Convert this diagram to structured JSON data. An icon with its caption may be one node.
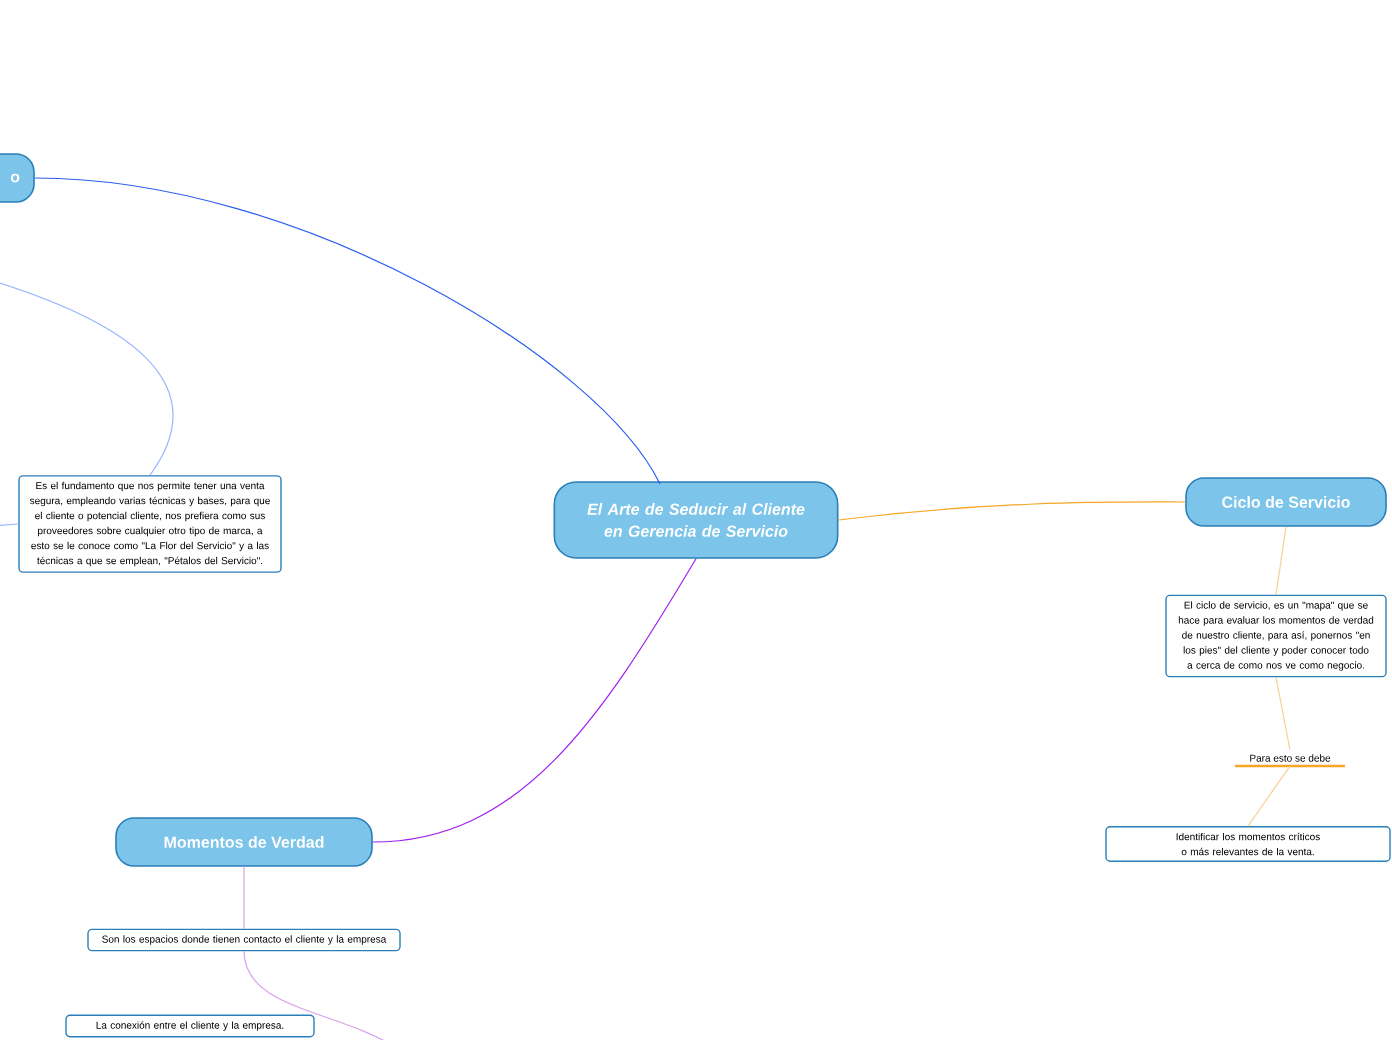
{
  "diagram": {
    "nodes": [
      {
        "text": [
          "El Arte de Seducir al Cliente en Gerencia de Servicio"
        ]
      },
      {
        "text": [
          "o"
        ]
      },
      {
        "text": [
          "Es el fundamento que nos permite tener una venta segura, empleando varias técnicas y bases, para que el cliente o potencial cliente, nos prefiera como sus proveedores sobre cualquier otro tipo de marca, a esto se le conoce como \"La Flor del Servicio\" y a las técnicas a que se emplean, \"Pétalos del Servicio\"."
        ]
      },
      {
        "text": [
          "Ciclo de Servicio"
        ]
      },
      {
        "text": [
          "El ciclo de servicio, es un \"mapa\" que se hace para evaluar los momentos de verdad de nuestro cliente, para así, ponernos \"en los pies\" del cliente y poder conocer todo a cerca de como nos ve como negocio."
        ]
      },
      {
        "text": [
          "Para esto se debe"
        ]
      },
      {
        "text": [
          "Identificar los momentos críticos o más relevantes de la venta."
        ]
      },
      {
        "text": [
          "Momentos de Verdad"
        ]
      },
      {
        "text": [
          "Son los espacios donde tienen contacto el cliente y la empresa"
        ]
      },
      {
        "text": [
          "La conexión entre el cliente y la empresa."
        ]
      }
    ],
    "edges": [
      {
        "from": 0,
        "to": 1,
        "arrow": "none",
        "color": "#2a5ef0"
      },
      {
        "from": 0,
        "to": 3,
        "arrow": "none",
        "color": "#f5a623"
      },
      {
        "from": 0,
        "to": 7,
        "arrow": "none",
        "color": "#a020f0"
      },
      {
        "from": null,
        "to": 2,
        "arrow": "none",
        "color": "#9ab6ff"
      },
      {
        "from": null,
        "to": 2,
        "arrow": "none",
        "color": "#9ab6ff"
      },
      {
        "from": 3,
        "to": 4,
        "arrow": "none",
        "color": "#f8d09a"
      },
      {
        "from": 4,
        "to": 5,
        "arrow": "none",
        "color": "#f8d09a"
      },
      {
        "from": 5,
        "to": 6,
        "arrow": "none",
        "color": "#f8d09a"
      },
      {
        "from": 7,
        "to": 8,
        "arrow": "none",
        "color": "#d9a0f0"
      },
      {
        "from": 8,
        "to": null,
        "arrow": "none",
        "color": "#d9a0f0"
      }
    ]
  }
}
